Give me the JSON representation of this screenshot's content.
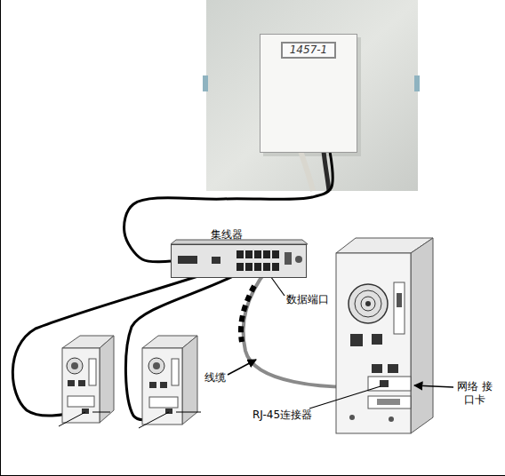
{
  "diagram": {
    "nodes": [
      {
        "text": [
          "1457-1"
        ]
      },
      {
        "text": [
          "集线器"
        ]
      }
    ],
    "edges": [
      {
        "from": 0,
        "to": 1,
        "arrow": "none"
      }
    ],
    "labels": [
      "数据端口",
      "线缆",
      "RJ-45连接器",
      "网络 接口卡"
    ]
  }
}
